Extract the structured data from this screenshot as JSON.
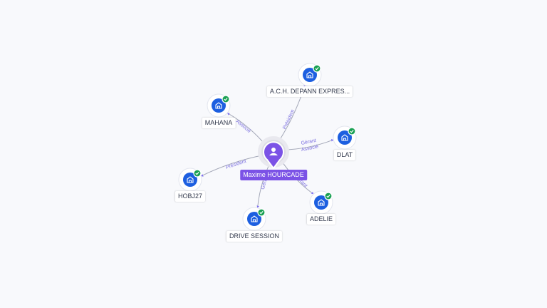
{
  "center": {
    "label": "Maxime HOURCADE",
    "icon": "person-icon",
    "pin_color": "#7b52e6"
  },
  "nodes": [
    {
      "id": "ach",
      "label": "A.C.H. DEPANN EXPRES...",
      "icon": "building-icon",
      "verified": true
    },
    {
      "id": "mahana",
      "label": "MAHANA",
      "icon": "building-icon",
      "verified": true
    },
    {
      "id": "dlat",
      "label": "DLAT",
      "icon": "building-icon",
      "verified": true
    },
    {
      "id": "hobj27",
      "label": "HOBJ27",
      "icon": "building-icon",
      "verified": true
    },
    {
      "id": "adelie",
      "label": "ADELIE",
      "icon": "building-icon",
      "verified": true
    },
    {
      "id": "drive",
      "label": "DRIVE SESSION",
      "icon": "building-icon",
      "verified": true
    }
  ],
  "edges": [
    {
      "target": "ach",
      "labels": [
        "Président"
      ]
    },
    {
      "target": "mahana",
      "labels": [
        "Associé"
      ]
    },
    {
      "target": "dlat",
      "labels": [
        "Gérant",
        "Associé"
      ]
    },
    {
      "target": "hobj27",
      "labels": [
        "Président"
      ]
    },
    {
      "target": "adelie",
      "labels": [
        "Gérant"
      ]
    },
    {
      "target": "drive",
      "labels": [
        "Gérant"
      ]
    }
  ],
  "colors": {
    "node_core": "#1d5fe0",
    "check": "#19a053",
    "edge_label": "#7b6fe0",
    "edge_line": "#a4a8b8"
  }
}
